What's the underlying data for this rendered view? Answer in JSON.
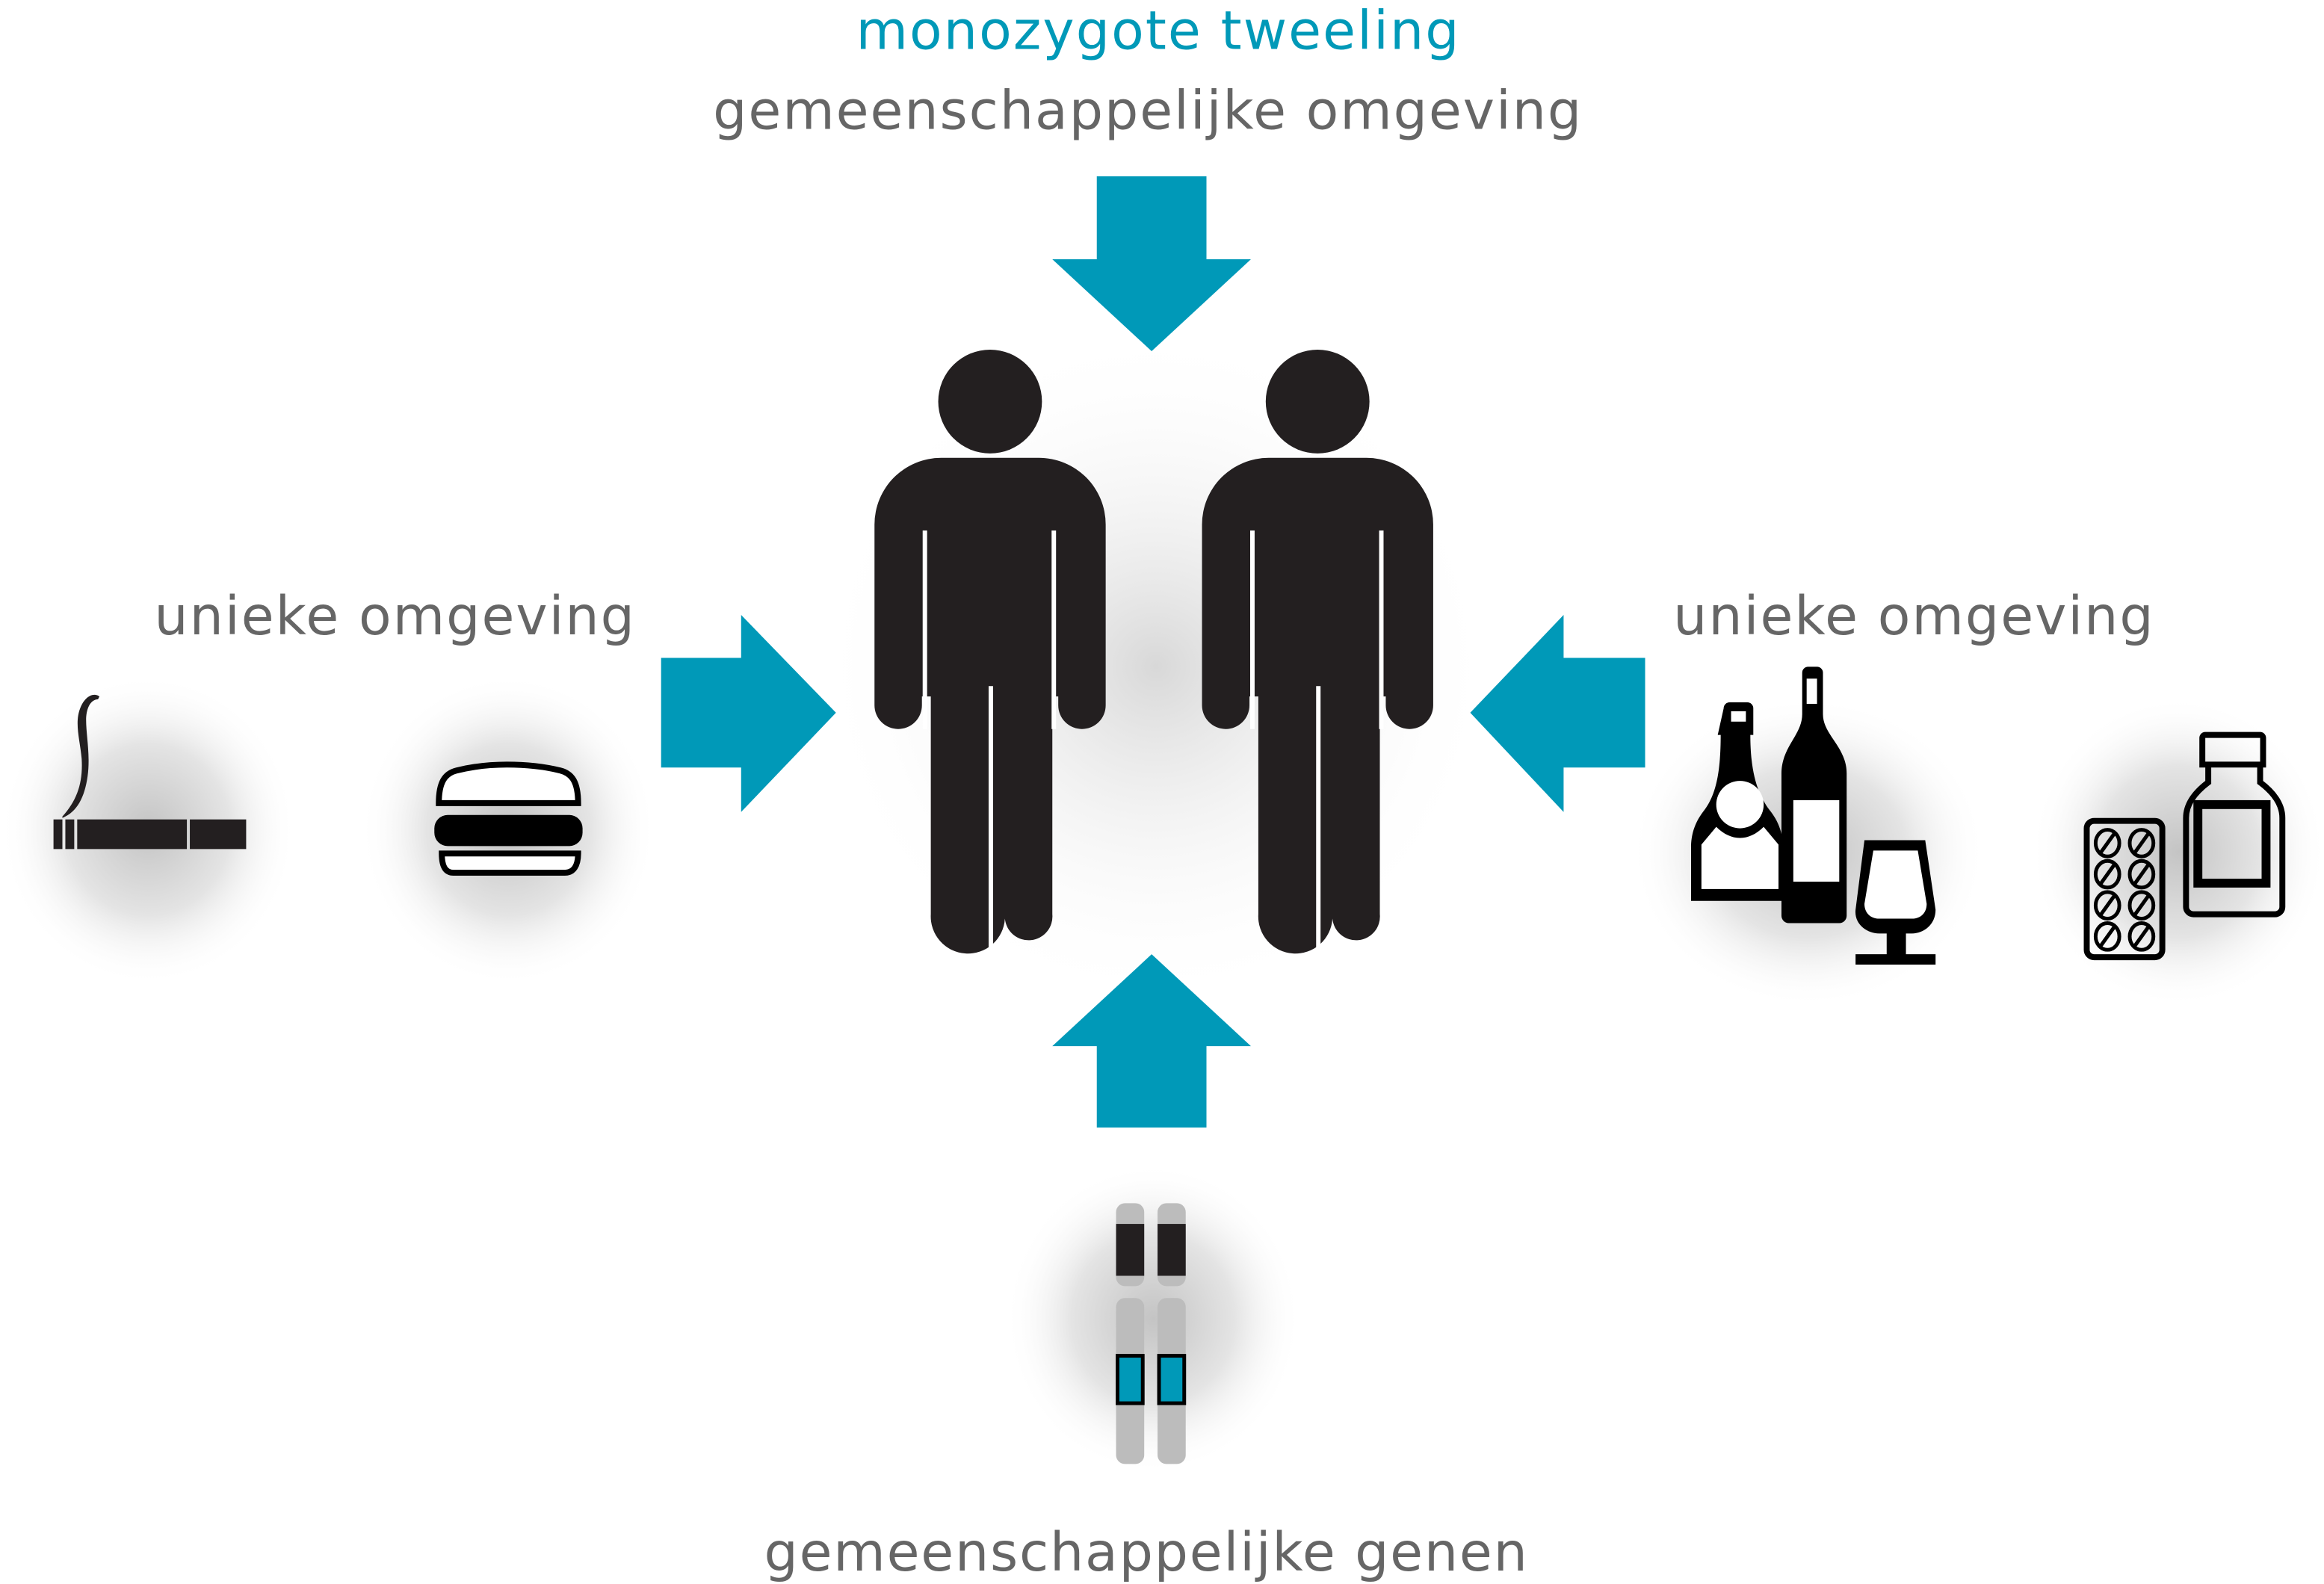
{
  "title": "monozygote tweeling",
  "labels": {
    "shared_environment": "gemeenschappelijke omgeving",
    "unique_environment_left": "unieke omgeving",
    "unique_environment_right": "unieke omgeving",
    "shared_genes": "gemeenschappelijke genen"
  },
  "colors": {
    "accent": "#0099b8",
    "text": "#666666",
    "figure": "#231f20",
    "chromosome": "#bcbcbc"
  },
  "icons": [
    "arrow-down-icon",
    "arrow-right-icon",
    "arrow-left-icon",
    "arrow-up-icon",
    "person-icon",
    "cigarette-icon",
    "burger-icon",
    "alcohol-icon",
    "medication-icon",
    "chromosome-icon"
  ]
}
